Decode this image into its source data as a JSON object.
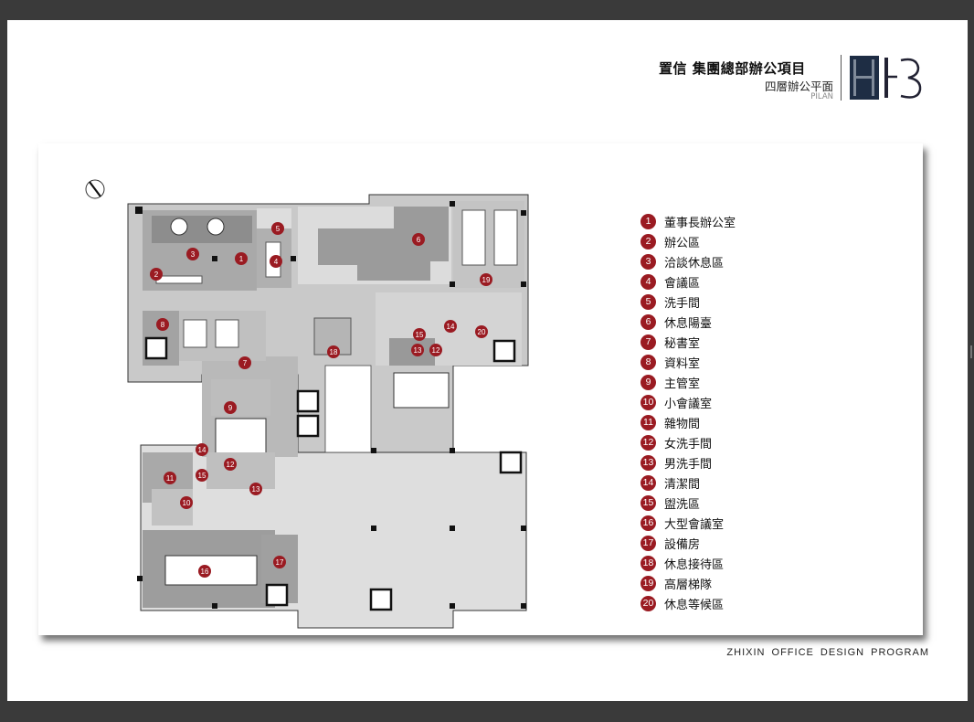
{
  "header": {
    "title": "置信  集團總部辦公項目",
    "subtitle": "四層辦公平面",
    "subtitle_en": "PILAN",
    "logo_text": "H3"
  },
  "legend": [
    {
      "num": "1",
      "label": "董事長辦公室"
    },
    {
      "num": "2",
      "label": "辦公區"
    },
    {
      "num": "3",
      "label": "洽談休息區"
    },
    {
      "num": "4",
      "label": "會議區"
    },
    {
      "num": "5",
      "label": "洗手間"
    },
    {
      "num": "6",
      "label": "休息陽臺"
    },
    {
      "num": "7",
      "label": "秘書室"
    },
    {
      "num": "8",
      "label": "資料室"
    },
    {
      "num": "9",
      "label": "主管室"
    },
    {
      "num": "10",
      "label": "小會議室"
    },
    {
      "num": "11",
      "label": "雜物間"
    },
    {
      "num": "12",
      "label": "女洗手間"
    },
    {
      "num": "13",
      "label": "男洗手間"
    },
    {
      "num": "14",
      "label": "清潔間"
    },
    {
      "num": "15",
      "label": "盥洗區"
    },
    {
      "num": "16",
      "label": "大型會議室"
    },
    {
      "num": "17",
      "label": "設備房"
    },
    {
      "num": "18",
      "label": "休息接待區"
    },
    {
      "num": "19",
      "label": "高層梯隊"
    },
    {
      "num": "20",
      "label": "休息等候區"
    }
  ],
  "footer": "ZHIXIN OFFICE DESIGN PROGRAM",
  "colors": {
    "accent": "#9a1b22",
    "background": "#3a3a3a"
  }
}
